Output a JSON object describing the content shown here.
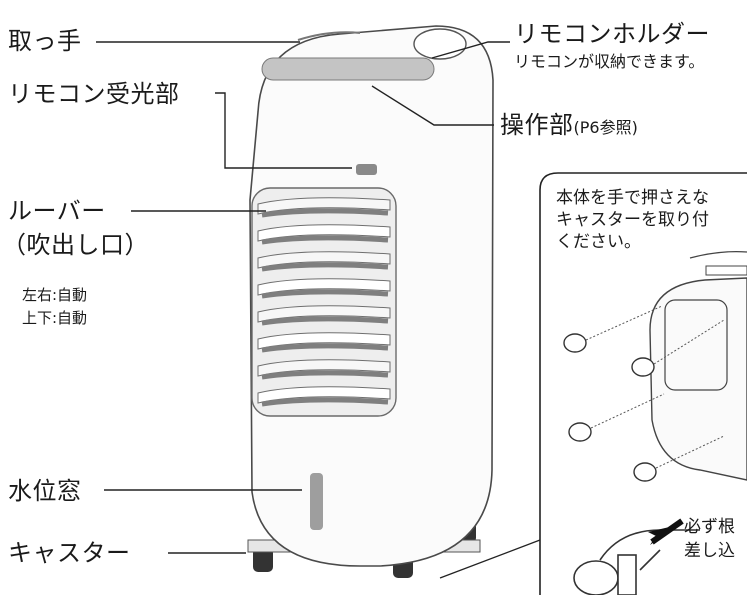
{
  "labels": {
    "handle": "取っ手",
    "remote_holder": "リモコンホルダー",
    "remote_holder_note": "リモコンが収納できます。",
    "remote_sensor": "リモコン受光部",
    "control_panel": "操作部",
    "control_panel_ref": "(P6参照)",
    "louver": "ルーバー",
    "louver_sub": "（吹出し口）",
    "louver_lr": "左右:自動",
    "louver_ud": "上下:自動",
    "water_window": "水位窓",
    "casters": "キャスター"
  },
  "inset": {
    "line1": "本体を手で押さえな",
    "line2": "キャスターを取り付",
    "line3": "ください。",
    "callout1": "必ず根",
    "callout2": "差し込"
  },
  "colors": {
    "body": "#fbfbfb",
    "outline": "#4a4a4a",
    "grille": "#7f7f7f",
    "window": "#9e9e9e",
    "caster": "#333333"
  }
}
